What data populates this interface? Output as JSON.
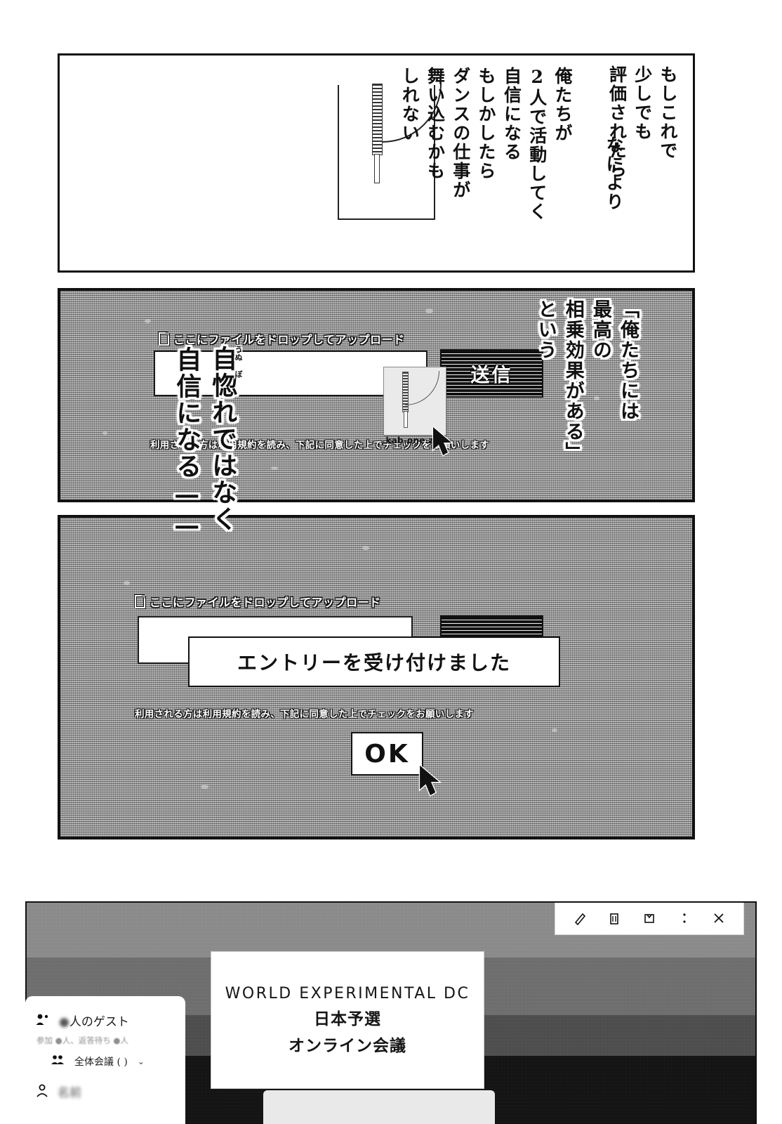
{
  "panel1": {
    "balloon_1": "もしこれで\n少しでも\n評価されたら",
    "balloon_2": "俺たちが\n2人で活動してく\n自信になる",
    "balloon_3": "もしかしたら\nダンスの仕事が\n舞い込むかも\nしれない",
    "balloon_4": "なにより",
    "art": "zipper-shirt-sketch"
  },
  "panel2": {
    "drop_label": "ここにファイルをドロップしてアップロード",
    "send_button": "送信",
    "terms_text": "利用される方は利用規約を読み、下記に同意した上でチェックをお願いします",
    "drag_file_name": "kab-one.zip",
    "dialogue_right": "「俺たちには\n最高の\n相乗効果がある」\nという",
    "dialogue_mid": "自惚れではなく",
    "dialogue_mid_ruby": "うぬ\nぼ",
    "dialogue_left": "自信になる——",
    "cursor": "pointer-arrow"
  },
  "panel3": {
    "drop_label": "ここにファイルをドロップしてアップロード",
    "terms_text": "利用される方は利用規約を読み、下記に同意した上でチェックをお願いします",
    "toast_message": "エントリーを受け付けました",
    "ok_button": "OK",
    "cursor": "pointer-arrow"
  },
  "panel4": {
    "toolbar_icons": [
      "pencil-icon",
      "trash-icon",
      "archive-icon",
      "kebab-menu-icon",
      "close-icon"
    ],
    "slide": {
      "line1": "WORLD  EXPERIMENTAL  DC",
      "line2": "日本予選",
      "line3": "オンライン会議"
    },
    "participants": {
      "count_blurred": "●",
      "title_suffix": "人のゲスト",
      "subtitle": "参加 ●人、返答待ち ●人",
      "room_label": "全体会議 ( )",
      "chevron": "⌄",
      "name_label": "名前"
    }
  },
  "colors": {
    "ink": "#111111",
    "paper": "#ffffff",
    "screen_gray": "#9b9b9b",
    "panel_dark": "#0b0b0b"
  }
}
